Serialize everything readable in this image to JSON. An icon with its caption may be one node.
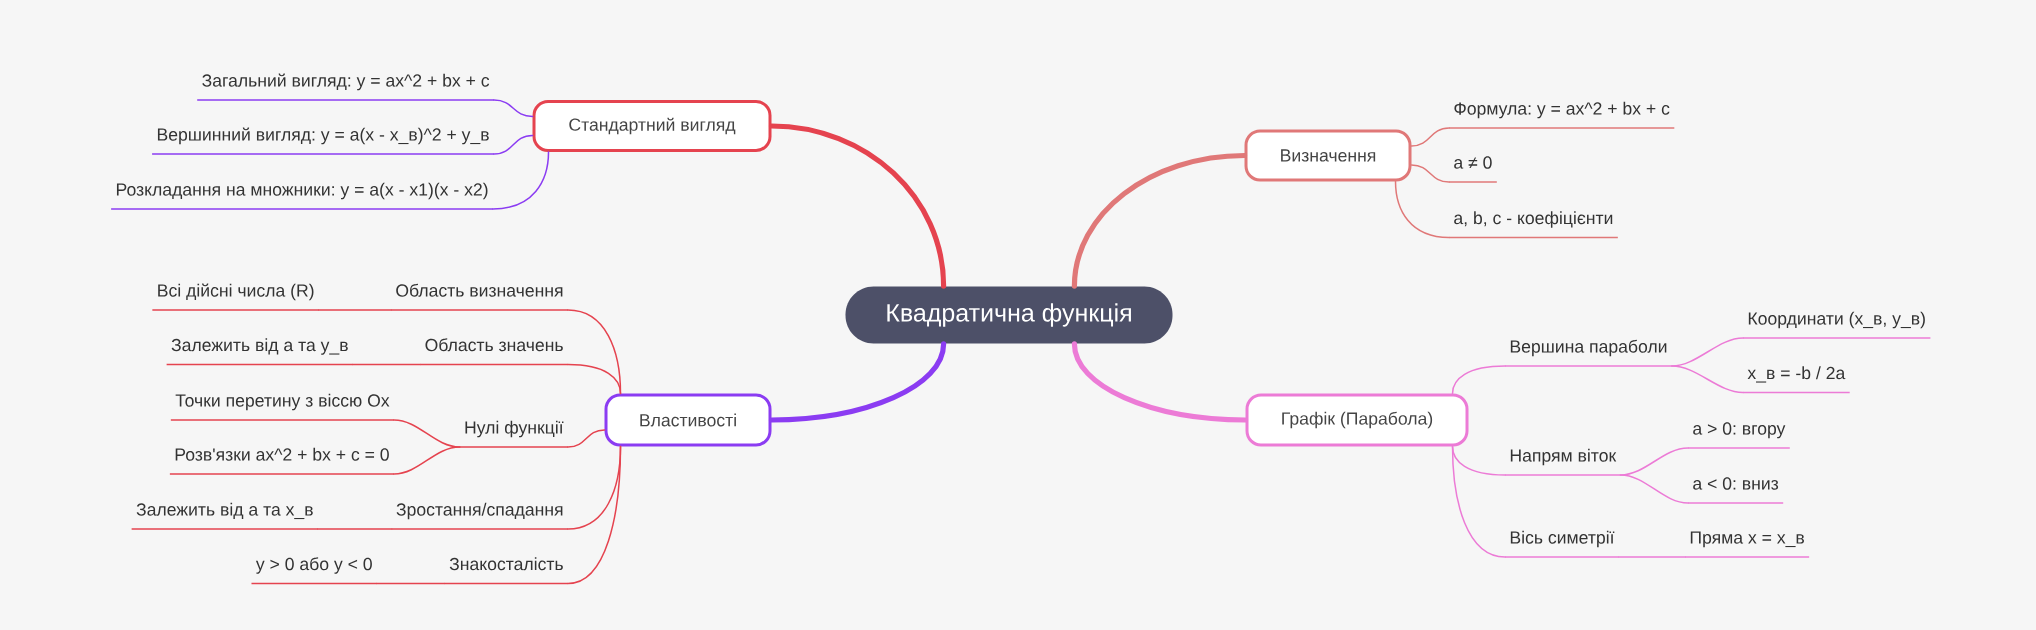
{
  "diagram": {
    "nodes": [
      {
        "text": [
          "Квадратична функція"
        ]
      },
      {
        "text": [
          "Стандартний вигляд"
        ]
      },
      {
        "text": [
          "Загальний вигляд: y = ax^2 + bx + c"
        ]
      },
      {
        "text": [
          "Вершинний вигляд: y = a(x - x_в)^2 + y_в"
        ]
      },
      {
        "text": [
          "Розкладання на множники: y = a(x - x1)(x - x2)"
        ]
      },
      {
        "text": [
          "Властивості"
        ]
      },
      {
        "text": [
          "Область визначення"
        ]
      },
      {
        "text": [
          "Всі дійсні числа (R)"
        ]
      },
      {
        "text": [
          "Область значень"
        ]
      },
      {
        "text": [
          "Залежить від a та y_в"
        ]
      },
      {
        "text": [
          "Нулі функції"
        ]
      },
      {
        "text": [
          "Точки перетину з віссю Ox"
        ]
      },
      {
        "text": [
          "Розв'язки ax^2 + bx + c = 0"
        ]
      },
      {
        "text": [
          "Зростання/спадання"
        ]
      },
      {
        "text": [
          "Залежить від a та x_в"
        ]
      },
      {
        "text": [
          "Знакосталість"
        ]
      },
      {
        "text": [
          "y > 0 або y < 0"
        ]
      },
      {
        "text": [
          "Визначення"
        ]
      },
      {
        "text": [
          "Формула: y = ax^2 + bx + c"
        ]
      },
      {
        "text": [
          "a ≠ 0"
        ]
      },
      {
        "text": [
          "a, b, c - коефіцієнти"
        ]
      },
      {
        "text": [
          "Графік (Парабола)"
        ]
      },
      {
        "text": [
          "Вершина параболи"
        ]
      },
      {
        "text": [
          "Координати (x_в, y_в)"
        ]
      },
      {
        "text": [
          "x_в = -b / 2a"
        ]
      },
      {
        "text": [
          "Напрям віток"
        ]
      },
      {
        "text": [
          "a > 0: вгору"
        ]
      },
      {
        "text": [
          "a < 0: вниз"
        ]
      },
      {
        "text": [
          "Вісь симетрії"
        ]
      },
      {
        "text": [
          "Пряма x = x_в"
        ]
      }
    ],
    "edges": [
      {
        "from": 0,
        "to": 1,
        "arrow": "none",
        "style": "thick"
      },
      {
        "from": 1,
        "to": 2,
        "arrow": "none",
        "color": "#8b3cf2"
      },
      {
        "from": 1,
        "to": 3,
        "arrow": "none",
        "color": "#8b3cf2"
      },
      {
        "from": 1,
        "to": 4,
        "arrow": "none",
        "color": "#8b3cf2"
      },
      {
        "from": 0,
        "to": 5,
        "arrow": "none",
        "style": "thick",
        "color": "#8b3cf2"
      },
      {
        "from": 5,
        "to": 6,
        "arrow": "none"
      },
      {
        "from": 6,
        "to": 7,
        "arrow": "none"
      },
      {
        "from": 5,
        "to": 8,
        "arrow": "none"
      },
      {
        "from": 8,
        "to": 9,
        "arrow": "none"
      },
      {
        "from": 5,
        "to": 10,
        "arrow": "none"
      },
      {
        "from": 10,
        "to": 11,
        "arrow": "none"
      },
      {
        "from": 10,
        "to": 12,
        "arrow": "none"
      },
      {
        "from": 5,
        "to": 13,
        "arrow": "none"
      },
      {
        "from": 13,
        "to": 14,
        "arrow": "none"
      },
      {
        "from": 5,
        "to": 15,
        "arrow": "none"
      },
      {
        "from": 15,
        "to": 16,
        "arrow": "none"
      },
      {
        "from": 0,
        "to": 17,
        "arrow": "none",
        "style": "thick",
        "color": "#e07878"
      },
      {
        "from": 17,
        "to": 18,
        "arrow": "none",
        "color": "#e07878"
      },
      {
        "from": 17,
        "to": 19,
        "arrow": "none",
        "color": "#e07878"
      },
      {
        "from": 17,
        "to": 20,
        "arrow": "none",
        "color": "#e07878"
      },
      {
        "from": 0,
        "to": 21,
        "arrow": "none",
        "style": "thick",
        "color": "#ec7bd6"
      },
      {
        "from": 21,
        "to": 22,
        "arrow": "none",
        "color": "#ec7bd6"
      },
      {
        "from": 22,
        "to": 23,
        "arrow": "none",
        "color": "#ec7bd6"
      },
      {
        "from": 22,
        "to": 24,
        "arrow": "none",
        "color": "#ec7bd6"
      },
      {
        "from": 21,
        "to": 25,
        "arrow": "none",
        "color": "#ec7bd6"
      },
      {
        "from": 25,
        "to": 26,
        "arrow": "none",
        "color": "#ec7bd6"
      },
      {
        "from": 25,
        "to": 27,
        "arrow": "none",
        "color": "#ec7bd6"
      },
      {
        "from": 21,
        "to": 28,
        "arrow": "none",
        "color": "#ec7bd6"
      },
      {
        "from": 28,
        "to": 29,
        "arrow": "none",
        "color": "#ec7bd6"
      }
    ]
  }
}
